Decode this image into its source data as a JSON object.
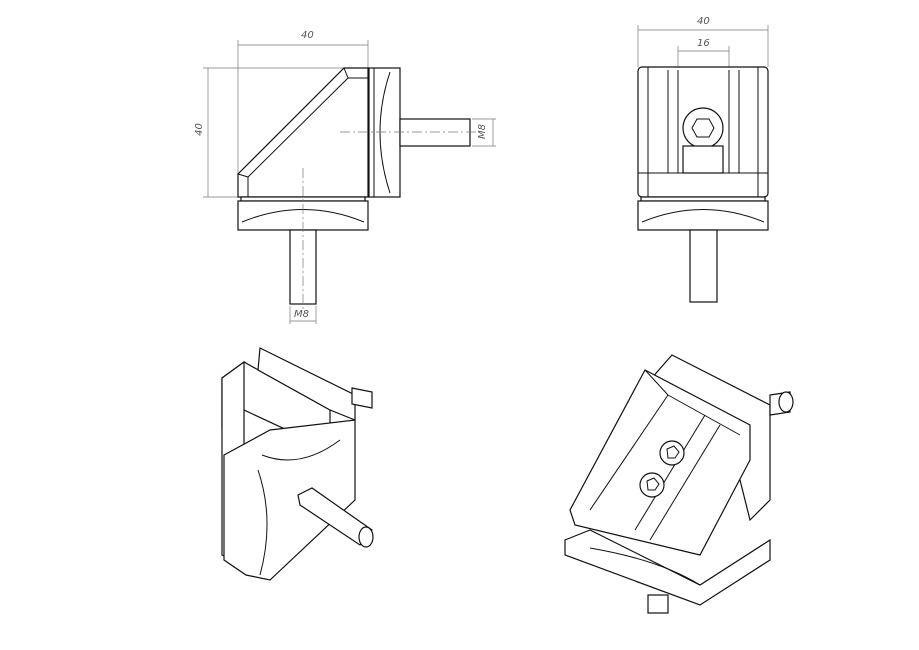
{
  "side_view": {
    "width_dim": "40",
    "height_dim": "40",
    "thread_right": "M8",
    "thread_bottom": "M8"
  },
  "front_view": {
    "width_dim": "40",
    "slot_dim": "16"
  }
}
